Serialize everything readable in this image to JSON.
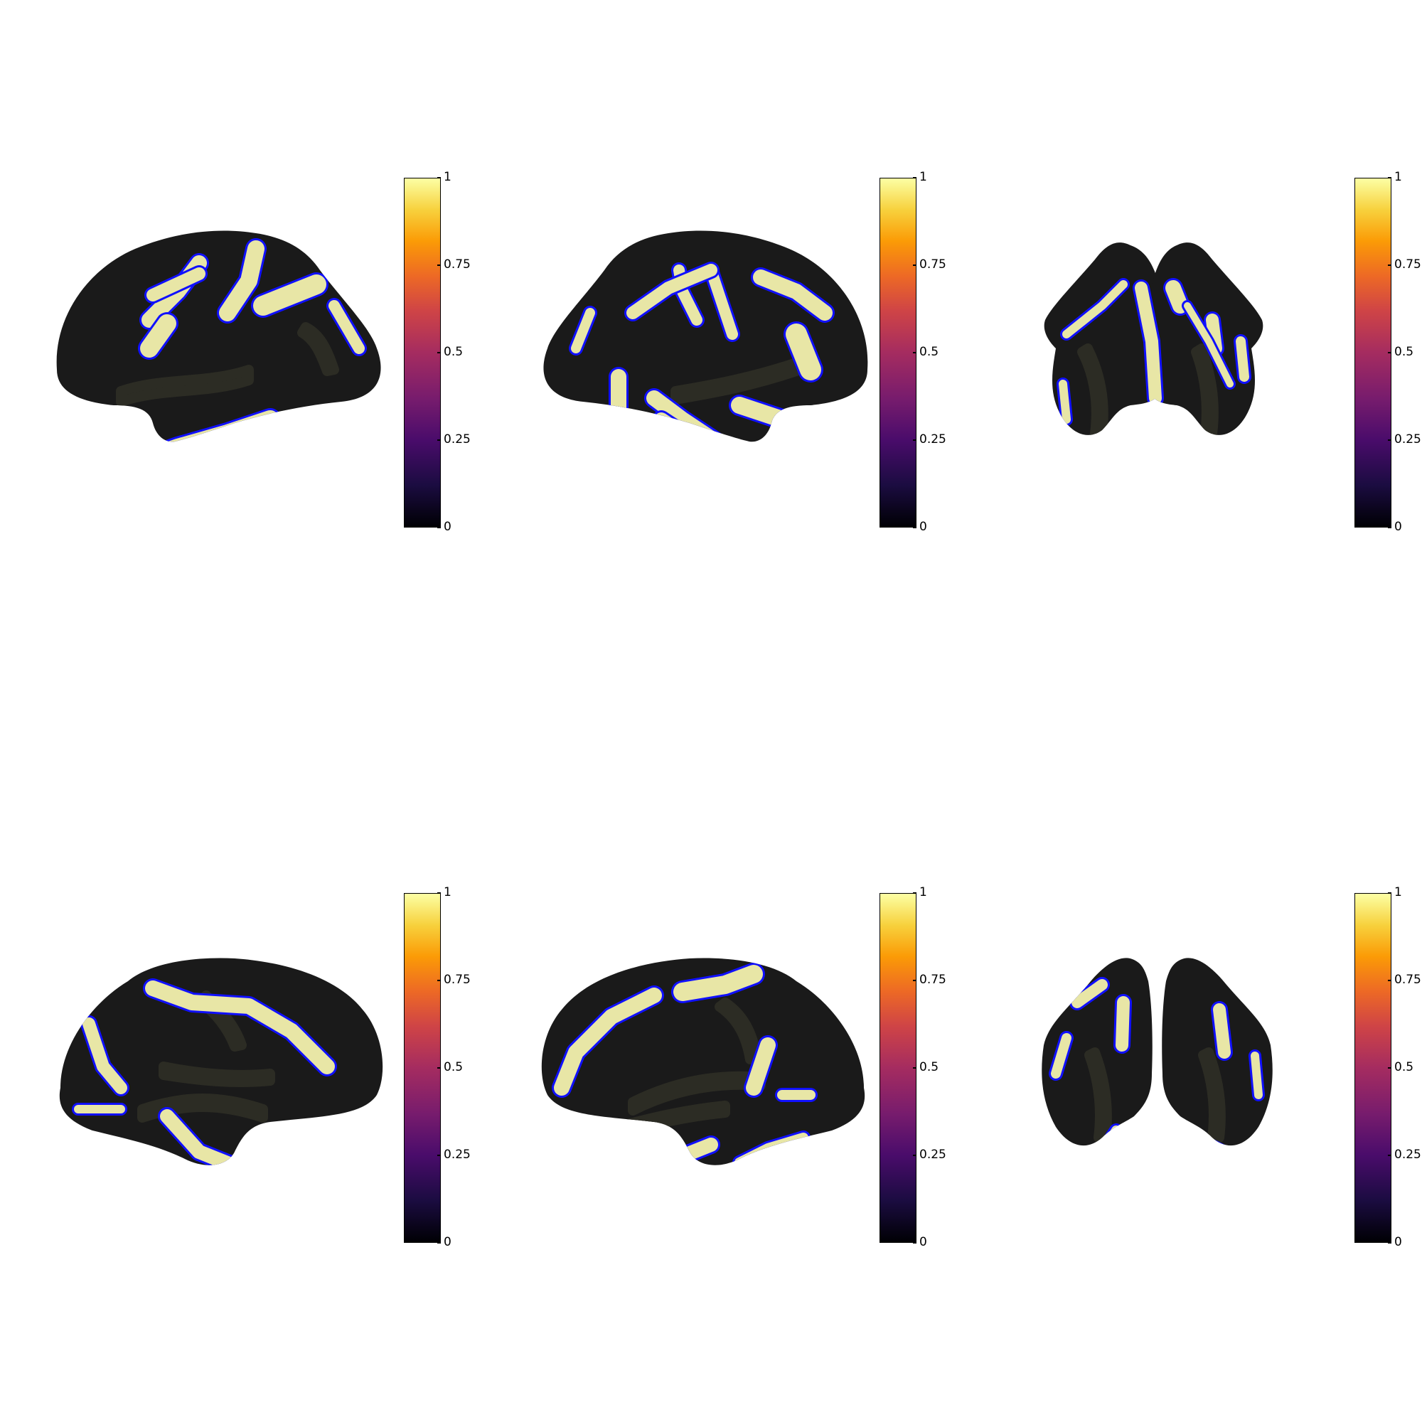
{
  "figure": {
    "colormap": "inferno",
    "surface_color": "#1a1a1a",
    "sulcal_shading_color": "#2c2c24",
    "label_fill_color": "#e8e6a6",
    "label_outline_color": "#1010ff",
    "colorbar_ticks": [
      "0",
      "0.25",
      "0.5",
      "0.75",
      "1"
    ],
    "colorbar_range": [
      0,
      1
    ]
  },
  "panels": [
    {
      "name": "row1-lateral",
      "view": "lateral"
    },
    {
      "name": "row1-medial",
      "view": "medial"
    },
    {
      "name": "row1-dorsal",
      "view": "dorsal"
    },
    {
      "name": "row2-lateral",
      "view": "lateral"
    },
    {
      "name": "row2-medial",
      "view": "medial"
    },
    {
      "name": "row2-dorsal",
      "view": "dorsal"
    }
  ]
}
